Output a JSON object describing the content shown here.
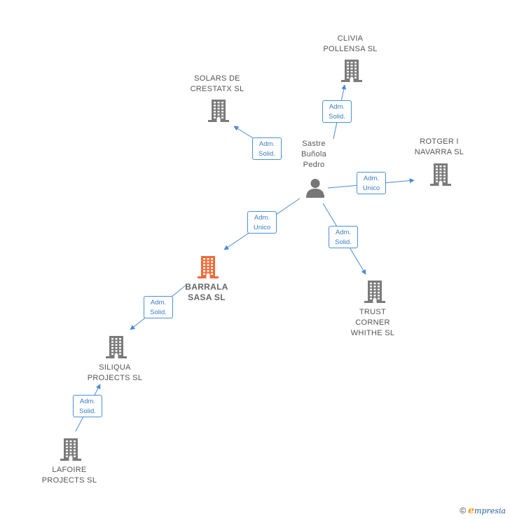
{
  "colors": {
    "building": "#7b7b7b",
    "building_main": "#f26c3a",
    "person": "#777777",
    "edge": "#4a8ad4",
    "box_border": "#4a90d9",
    "box_text": "#3a7cc4"
  },
  "nodes": [
    {
      "id": "person",
      "type": "person",
      "lines": [
        "Sastre",
        "Buñola",
        "Pedro"
      ]
    },
    {
      "id": "clivia",
      "type": "company",
      "lines": [
        "CLIVIA",
        "POLLENSA  SL"
      ]
    },
    {
      "id": "solars",
      "type": "company",
      "lines": [
        "SOLARS DE",
        "CRESTATX  SL"
      ]
    },
    {
      "id": "rotger",
      "type": "company",
      "lines": [
        "ROTGER I",
        "NAVARRA  SL"
      ]
    },
    {
      "id": "barrala",
      "type": "company",
      "main": true,
      "lines": [
        "BARRALA",
        "SASA  SL"
      ]
    },
    {
      "id": "trust",
      "type": "company",
      "lines": [
        "TRUST",
        "CORNER",
        "WHITHE SL"
      ]
    },
    {
      "id": "siliqua",
      "type": "company",
      "lines": [
        "SILIQUA",
        "PROJECTS  SL"
      ]
    },
    {
      "id": "lafoire",
      "type": "company",
      "lines": [
        "LAFOIRE",
        "PROJECTS  SL"
      ]
    }
  ],
  "edges": [
    {
      "from": "person",
      "to": "clivia",
      "lines": [
        "Adm.",
        "Solid."
      ]
    },
    {
      "from": "person",
      "to": "solars",
      "lines": [
        "Adm.",
        "Solid."
      ]
    },
    {
      "from": "person",
      "to": "rotger",
      "lines": [
        "Adm.",
        "Unico"
      ]
    },
    {
      "from": "person",
      "to": "barrala",
      "lines": [
        "Adm.",
        "Unico"
      ]
    },
    {
      "from": "person",
      "to": "trust",
      "lines": [
        "Adm.",
        "Solid."
      ]
    },
    {
      "from": "barrala",
      "to": "siliqua",
      "lines": [
        "Adm.",
        "Solid."
      ]
    },
    {
      "from": "lafoire",
      "to": "siliqua",
      "lines": [
        "Adm.",
        "Solid."
      ]
    }
  ],
  "footer": {
    "copyright": "©",
    "brand_initial": "e",
    "brand_rest": "mpresia"
  }
}
